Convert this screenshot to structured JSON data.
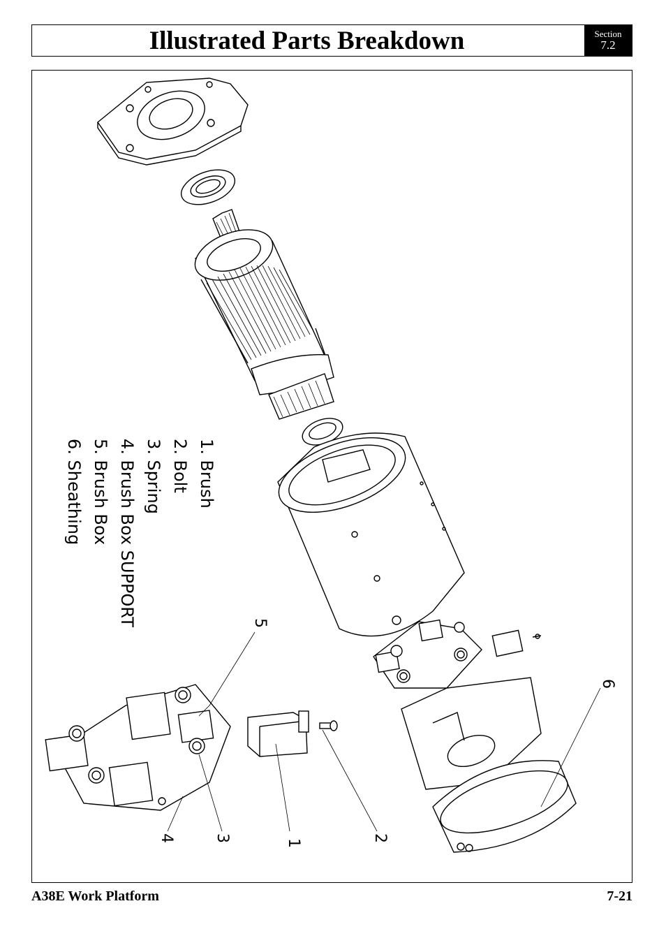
{
  "header": {
    "title": "Illustrated Parts Breakdown",
    "section_label": "Section",
    "section_number": "7.2"
  },
  "legend": {
    "items": [
      "1. Brush",
      "2. Bolt",
      "3. Spring",
      "4. Brush Box SUPPORT",
      "5. Brush Box",
      "6. Sheathing"
    ]
  },
  "callouts": {
    "c1": "1",
    "c2": "2",
    "c3": "3",
    "c4": "4",
    "c5": "5",
    "c6": "6"
  },
  "footer": {
    "left": "A38E Work Platform",
    "right": "7-21"
  }
}
